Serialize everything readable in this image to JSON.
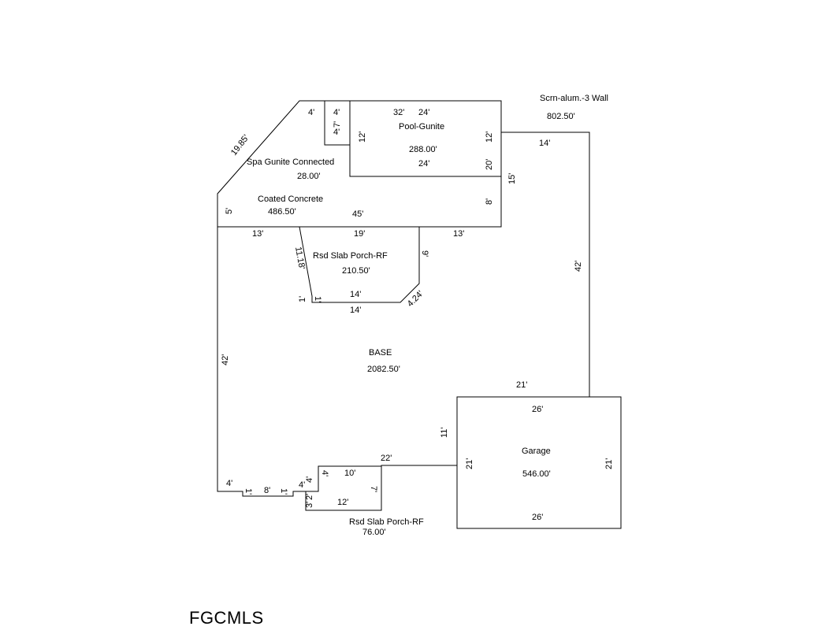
{
  "areas": {
    "spa": {
      "name": "Spa Gunite Connected",
      "area": "28.00'"
    },
    "pool": {
      "name": "Pool-Gunite",
      "area": "288.00'"
    },
    "coated": {
      "name": "Coated Concrete",
      "area": "486.50'"
    },
    "screen": {
      "name": "Scrn-alum.-3 Wall",
      "area": "802.50'"
    },
    "porch_top": {
      "name": "Rsd Slab Porch-RF",
      "area": "210.50'"
    },
    "base": {
      "name": "BASE",
      "area": "2082.50'"
    },
    "garage": {
      "name": "Garage",
      "area": "546.00'"
    },
    "porch_bottom": {
      "name": "Rsd Slab Porch-RF",
      "area": "76.00'"
    }
  },
  "dims": {
    "d19_85": "19.85'",
    "d4a": "4'",
    "d4b": "4'",
    "d7": "7'",
    "d4c": "4'",
    "d32": "32'",
    "d24a": "24'",
    "d12a": "12'",
    "d12b": "12'",
    "d24b": "24'",
    "d20": "20'",
    "d15": "15'",
    "d8": "8'",
    "d5": "5'",
    "d45": "45'",
    "d14a": "14'",
    "d42a": "42'",
    "d13a": "13'",
    "d19": "19'",
    "d13b": "13'",
    "d11_18": "11.18'",
    "d9": "9'",
    "d1a": "1'",
    "d1b": "1'",
    "d14b": "14'",
    "d14c": "14'",
    "d4_24": "4.24'",
    "d42b": "42'",
    "d21a": "21'",
    "d26a": "26'",
    "d11": "11'",
    "d21b": "21'",
    "d21c": "21'",
    "d26b": "26'",
    "d22": "22'",
    "d4d": "4'",
    "d1c": "1'",
    "d8b": "8'",
    "d1d": "1'",
    "d4e": "4'",
    "d4f": "4'",
    "d10": "10'",
    "d7b": "7'",
    "d3": "3'",
    "d2": "2'",
    "d12c": "12'"
  },
  "brand": "FGCMLS"
}
